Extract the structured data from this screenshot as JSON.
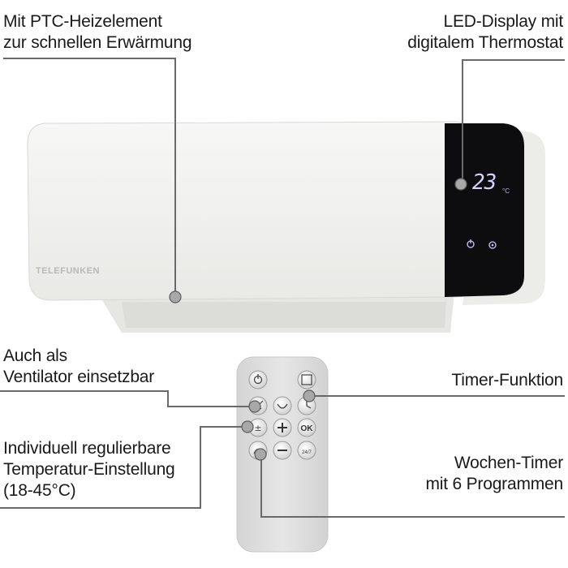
{
  "callouts": {
    "ptc": {
      "line1": "Mit PTC-Heizelement",
      "line2": "zur schnellen Erwärmung"
    },
    "led": {
      "line1": "LED-Display mit",
      "line2": "digitalem Thermostat"
    },
    "fan": {
      "line1": "Auch als",
      "line2": "Ventilator einsetzbar"
    },
    "timer": {
      "line1": "Timer-Funktion"
    },
    "temp": {
      "line1": "Individuell regulierbare",
      "line2": "Temperatur-Einstellung",
      "line3": "(18-45°C)"
    },
    "weekly": {
      "line1": "Wochen-Timer",
      "line2": "mit 6 Programmen"
    }
  },
  "heater": {
    "brand": "TELEFUNKEN",
    "display_temp": "23",
    "display_unit": "°C"
  },
  "remote": {
    "buttons": [
      "power",
      "oscillation",
      "fan",
      "swing",
      "timer",
      "temp-adjust",
      "plus",
      "ok",
      "eco",
      "minus",
      "weekly-timer"
    ],
    "ok_label": "OK",
    "weekly_label": "24/7"
  },
  "colors": {
    "callout_line": "#6a6a6a",
    "heater_body": "#f3f3f1",
    "display_panel": "#0d0d10",
    "remote_body": "#dedede"
  }
}
